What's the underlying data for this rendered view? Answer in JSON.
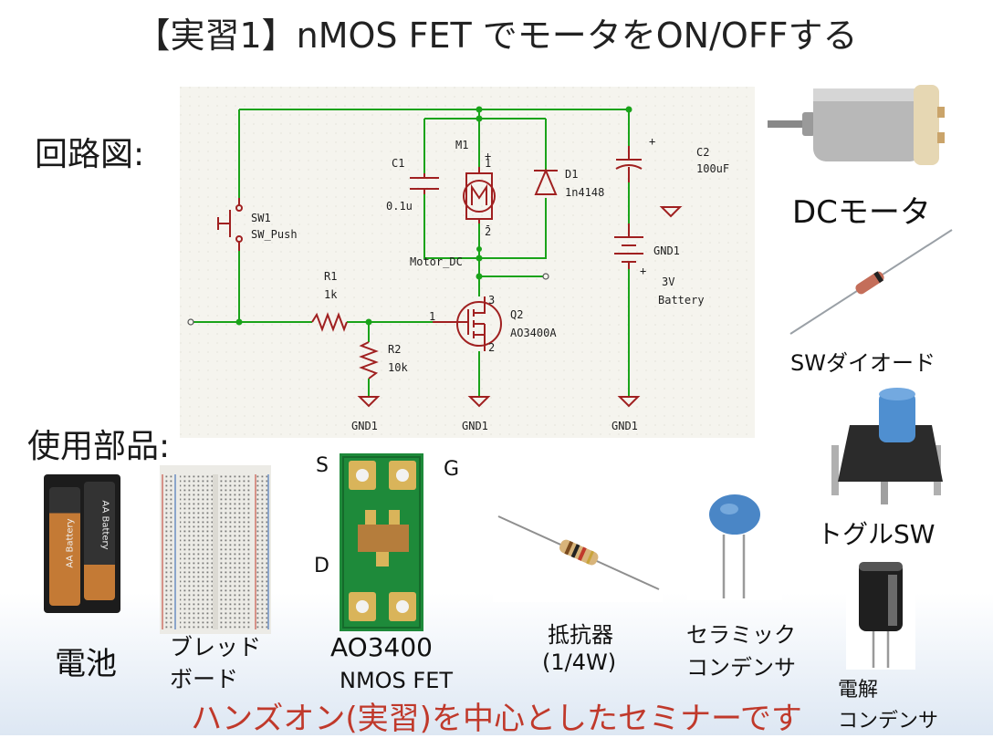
{
  "title": "【実習1】nMOS FET でモータをON/OFFする",
  "sections": {
    "circuit": "回路図:",
    "parts": "使用部品:"
  },
  "schematic": {
    "refs": {
      "sw1": "SW1",
      "sw1_val": "SW_Push",
      "r1": "R1",
      "r1_val": "1k",
      "r2": "R2",
      "r2_val": "10k",
      "c1": "C1",
      "c1_val": "0.1u",
      "m1": "M1",
      "m1_net": "Motor_DC",
      "d1": "D1",
      "d1_val": "1n4148",
      "c2": "C2",
      "c2_val": "100uF",
      "bat": "3V",
      "bat_val": "Battery",
      "q2": "Q2",
      "q2_val": "AO3400A",
      "gnd": "GND1",
      "pin1": "1",
      "pin2": "2",
      "pin3": "3",
      "plus": "+",
      "minus": "-"
    }
  },
  "fet_pins": {
    "s": "S",
    "g": "G",
    "d": "D"
  },
  "parts": {
    "motor": "DCモータ",
    "diode": "SWダイオード",
    "switch": "トグルSW",
    "battery": "電池",
    "breadboard_1": "ブレッド",
    "breadboard_2": "ボード",
    "fet_1": "AO3400",
    "fet_2": "NMOS FET",
    "resistor_1": "抵抗器",
    "resistor_2": "(1/4W)",
    "ceramic_1": "セラミック",
    "ceramic_2": "コンデンサ",
    "electrolytic_1": "電解",
    "electrolytic_2": "コンデンサ"
  },
  "battery_label": "AA Battery",
  "footer": "ハンズオン(実習)を中心としたセミナーです",
  "colors": {
    "wire": "#1aa31a",
    "component": "#a02020",
    "schematic_bg": "#f5f4ee",
    "footer": "#c0392b"
  }
}
